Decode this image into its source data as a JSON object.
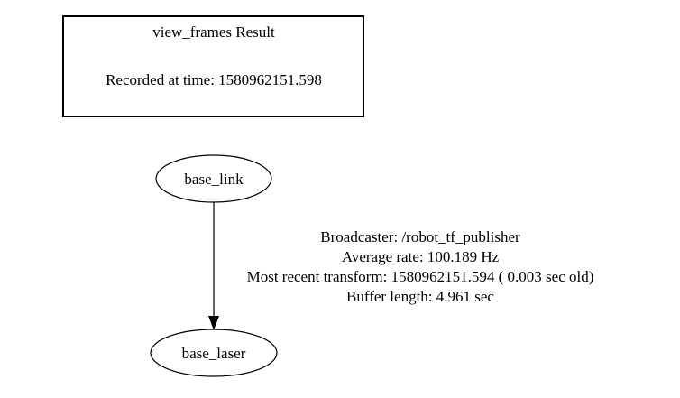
{
  "header_box": {
    "title": "view_frames Result",
    "recorded_label": "Recorded at time: 1580962151.598"
  },
  "nodes": [
    {
      "id": "base_link",
      "label": "base_link"
    },
    {
      "id": "base_laser",
      "label": "base_laser"
    }
  ],
  "edges": [
    {
      "from": "base_link",
      "to": "base_laser",
      "labels": [
        "Broadcaster: /robot_tf_publisher",
        "Average rate: 100.189 Hz",
        "Most recent transform: 1580962151.594 ( 0.003 sec old)",
        "Buffer length: 4.961 sec"
      ]
    }
  ],
  "colors": {
    "background": "#ffffff",
    "stroke": "#000000",
    "text": "#000000"
  }
}
